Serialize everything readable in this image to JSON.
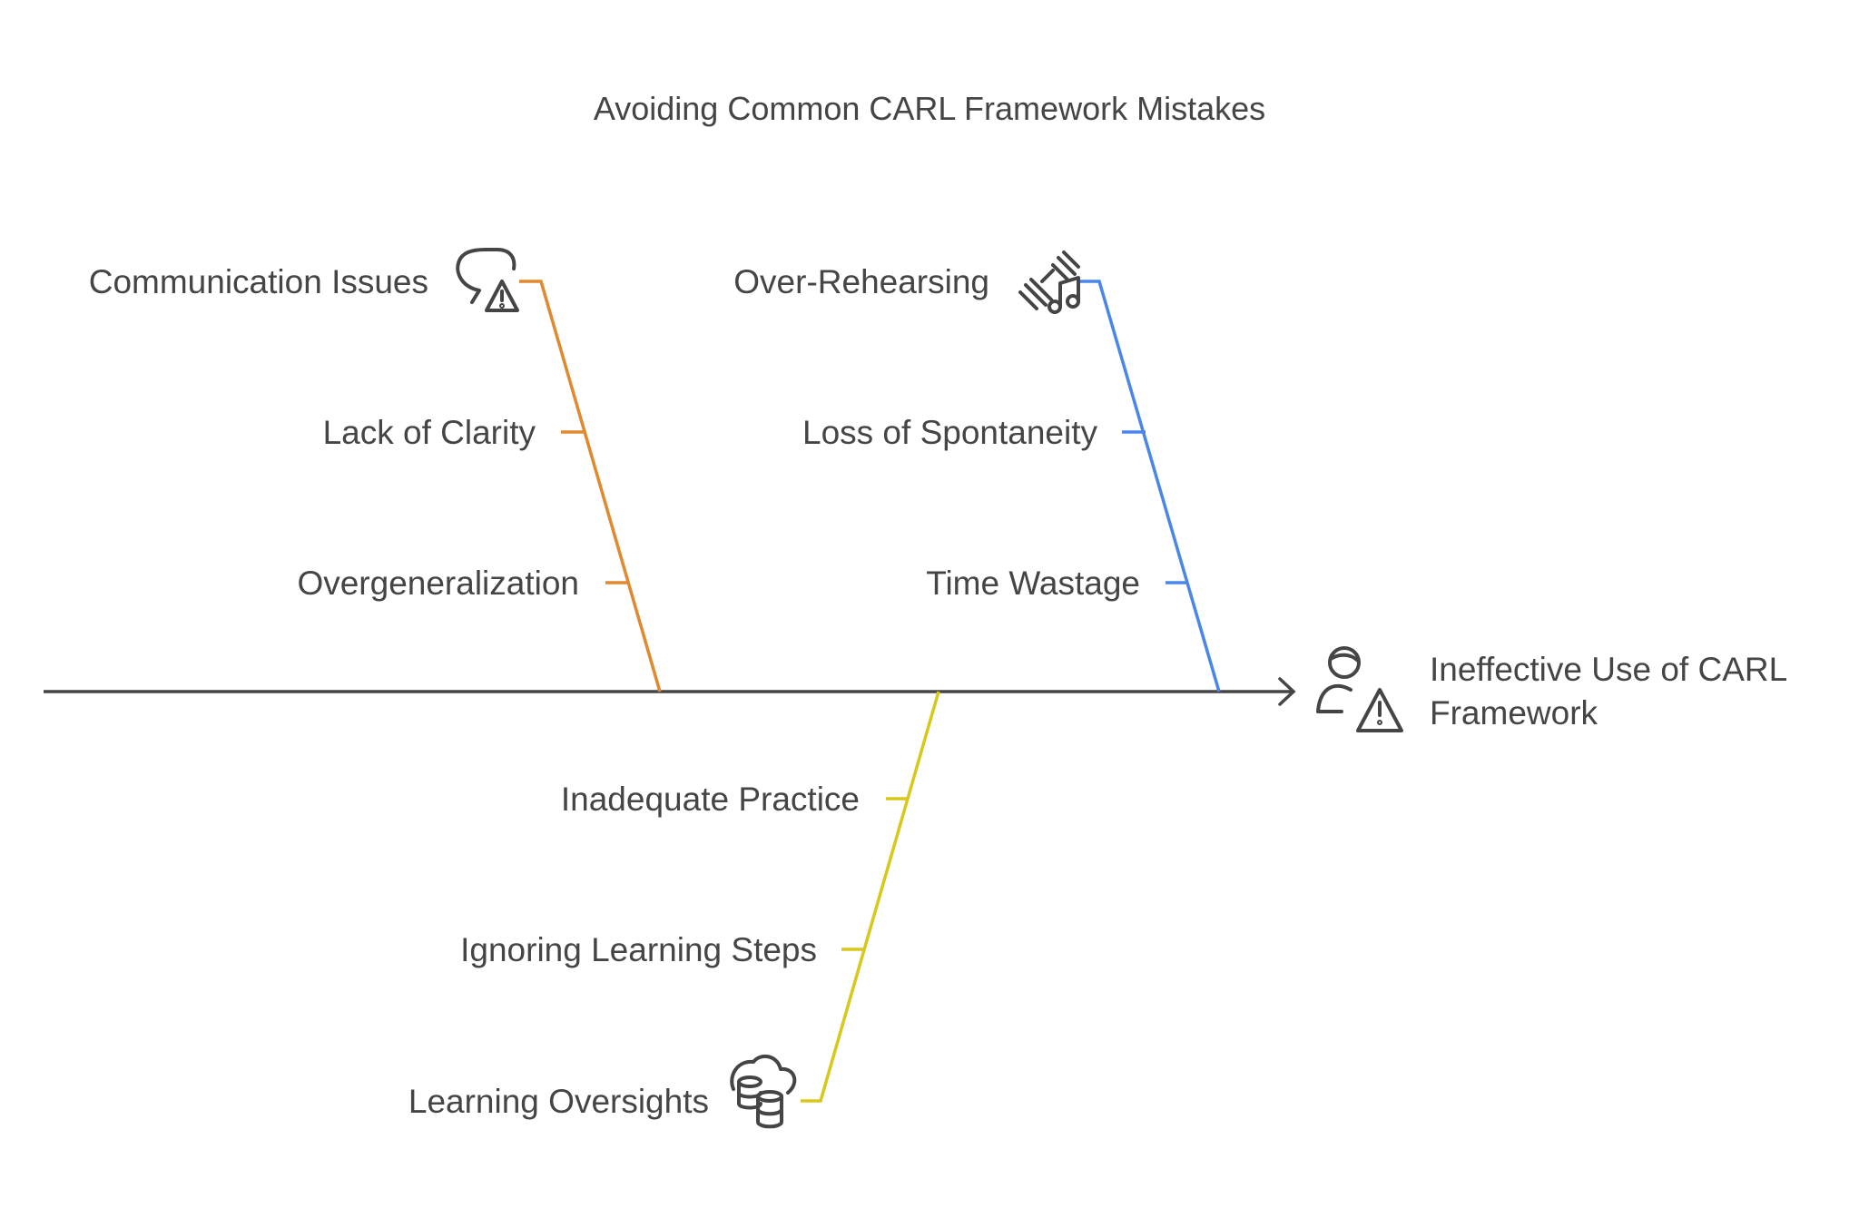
{
  "title": "Avoiding Common CARL Framework Mistakes",
  "effect": {
    "line1": "Ineffective Use of CARL",
    "line2": "Framework",
    "icon": "person-warning-icon"
  },
  "colors": {
    "spine": "#454545",
    "communication": "#E0892F",
    "rehearsing": "#4A86E8",
    "learning": "#D9C81C"
  },
  "categories": [
    {
      "label": "Communication Issues",
      "icon": "speech-bubble-warning-icon",
      "causes": [
        "Lack of Clarity",
        "Overgeneralization"
      ]
    },
    {
      "label": "Over-Rehearsing",
      "icon": "dumbbell-music-icon",
      "causes": [
        "Loss of Spontaneity",
        "Time Wastage"
      ]
    },
    {
      "label": "Learning Oversights",
      "icon": "cloud-database-icon",
      "causes": [
        "Inadequate Practice",
        "Ignoring Learning Steps"
      ]
    }
  ]
}
